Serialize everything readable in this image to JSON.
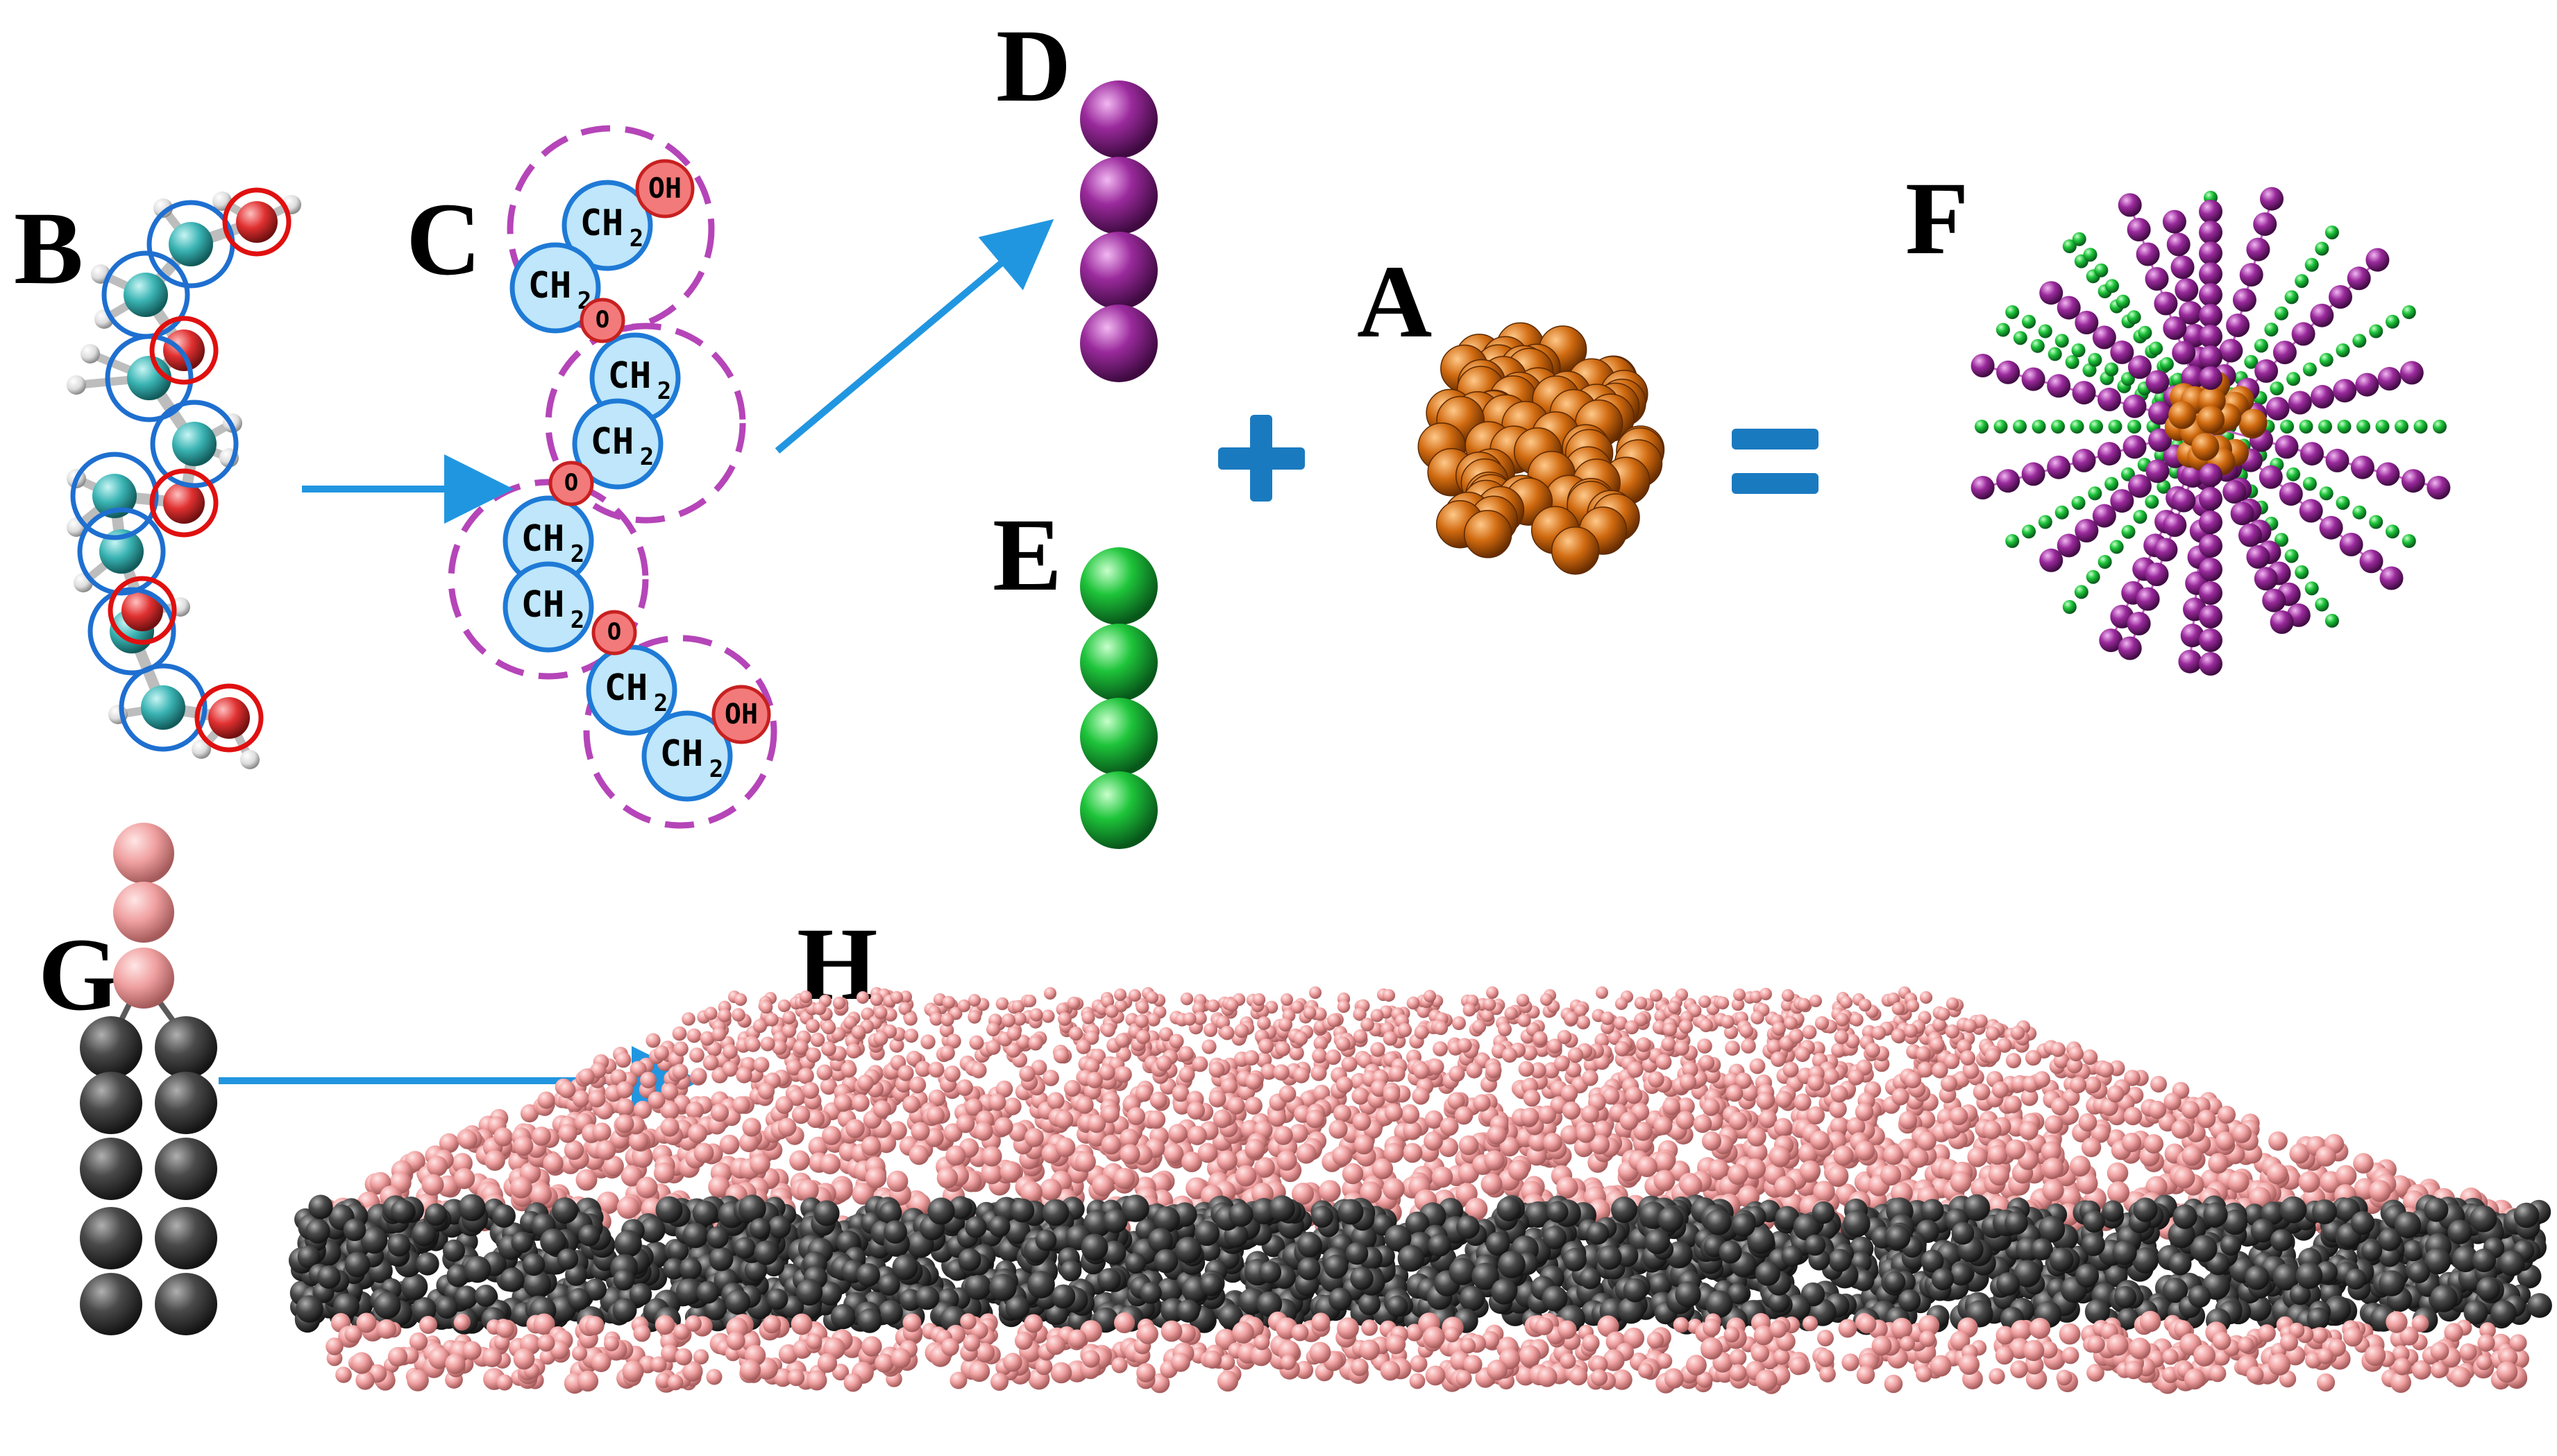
{
  "labels": {
    "A": "A",
    "B": "B",
    "C": "C",
    "D": "D",
    "E": "E",
    "F": "F",
    "G": "G",
    "H": "H"
  },
  "chem": {
    "ch": "CH",
    "sub": "2",
    "oh": "OH",
    "o": "O"
  },
  "operators": {
    "plus": "+",
    "equals": "="
  },
  "colors": {
    "arrow": "#2196e0",
    "operator": "#1a7ac0",
    "carbon_circle": "#1e6fd0",
    "oxygen_circle": "#e01010",
    "ch2_fill": "#bfe6fa",
    "ch2_stroke": "#1e7ad6",
    "o_fill": "#f37a7a",
    "o_stroke": "#c82020",
    "dashed": "#b545b8",
    "purple_bead": "#8a1f8c",
    "green_bead": "#1ec43a",
    "orange_bead": "#d06a10",
    "pink_bead": "#f0a8a8",
    "gray_bead": "#4a4a4a",
    "carbon_atom": "#3ab3b3",
    "oxygen_atom": "#e03030",
    "hydrogen_atom": "#e6e6e6"
  }
}
